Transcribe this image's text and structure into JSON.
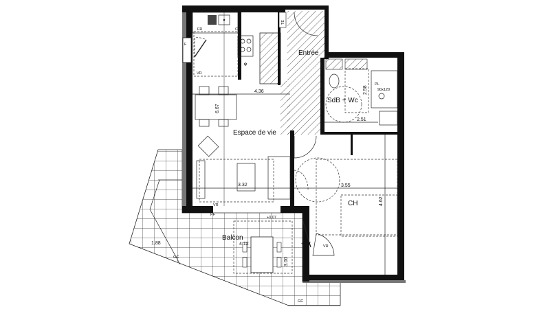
{
  "plan": {
    "rooms": {
      "living": "Espace de vie",
      "entry": "Entrée",
      "bath": "SdB + Wc",
      "bedroom": "CH",
      "balcony": "Balcon"
    },
    "dimensions": {
      "living_width": "4.36",
      "living_length": "6.67",
      "living_lower_width": "3.32",
      "bath_height": "2.58",
      "bath_width": "2.51",
      "bedroom_width": "3.55",
      "bedroom_length": "4.62",
      "balcony_width": "4.12",
      "balcony_depth": "3.00",
      "balcony_left": "1.88",
      "level_1": "+0.07",
      "level_2": "+0.07"
    },
    "labels": {
      "fridge": "FR",
      "cooktop": "CU",
      "window_f": "F",
      "shutter_living": "VR",
      "meter": "TE",
      "shower": "PL",
      "shower_size": "90x120",
      "window_pf": "PF",
      "shutter_bedroom": "VR",
      "shutter_living_bottom": "VR",
      "guardrail_1": "GC",
      "guardrail_2": "GC"
    }
  }
}
